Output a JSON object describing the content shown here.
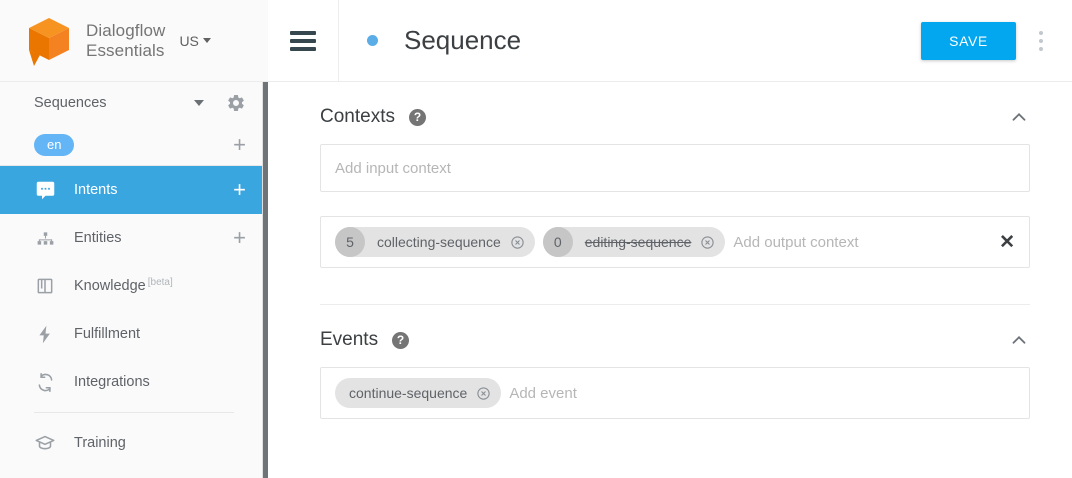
{
  "brand": {
    "logo_icon": "dialogflow-cube-logo",
    "name_line1": "Dialogflow",
    "name_line2": "Essentials",
    "region": "US",
    "region_caret_icon": "caret-down-icon",
    "logo_color": "#ef6c00"
  },
  "sidebar": {
    "agent": {
      "name": "Sequences",
      "dropdown_icon": "caret-down-icon",
      "settings_icon": "gear-icon"
    },
    "language": {
      "chip": "en",
      "add_icon": "plus-icon"
    },
    "items": [
      {
        "label": "Intents",
        "icon": "chat-bubble-icon",
        "active": true,
        "add_icon": "plus-icon",
        "badge": ""
      },
      {
        "label": "Entities",
        "icon": "hierarchy-icon",
        "active": false,
        "add_icon": "plus-icon",
        "badge": ""
      },
      {
        "label": "Knowledge",
        "icon": "book-icon",
        "active": false,
        "add_icon": "",
        "badge": "[beta]"
      },
      {
        "label": "Fulfillment",
        "icon": "bolt-icon",
        "active": false,
        "add_icon": "",
        "badge": ""
      },
      {
        "label": "Integrations",
        "icon": "refresh-icon",
        "active": false,
        "add_icon": "",
        "badge": ""
      },
      {
        "label": "Training",
        "icon": "graduation-cap-icon",
        "active": false,
        "add_icon": "",
        "badge": ""
      }
    ],
    "active_color": "#3aa6e0",
    "scrollbar_color": "#6e7478"
  },
  "topbar": {
    "menu_icon": "hamburger-menu-icon",
    "status_dot_icon": "status-dot-icon",
    "status_dot_color": "#5bade8",
    "title": "Sequence",
    "save_label": "SAVE",
    "save_color": "#03a7f0",
    "more_icon": "kebab-menu-icon"
  },
  "contexts": {
    "title": "Contexts",
    "help_icon": "help-circle-icon",
    "collapse_icon": "chevron-up-icon",
    "input_placeholder": "Add input context",
    "output_placeholder": "Add output context",
    "clear_icon": "close-x-icon",
    "output_chips": [
      {
        "lifespan": "5",
        "label": "collecting-sequence",
        "struck": false,
        "remove_icon": "chip-remove-icon"
      },
      {
        "lifespan": "0",
        "label": "editing-sequence",
        "struck": true,
        "remove_icon": "chip-remove-icon"
      }
    ]
  },
  "events": {
    "title": "Events",
    "help_icon": "help-circle-icon",
    "collapse_icon": "chevron-up-icon",
    "placeholder": "Add event",
    "chips": [
      {
        "label": "continue-sequence",
        "remove_icon": "chip-remove-icon"
      }
    ]
  }
}
